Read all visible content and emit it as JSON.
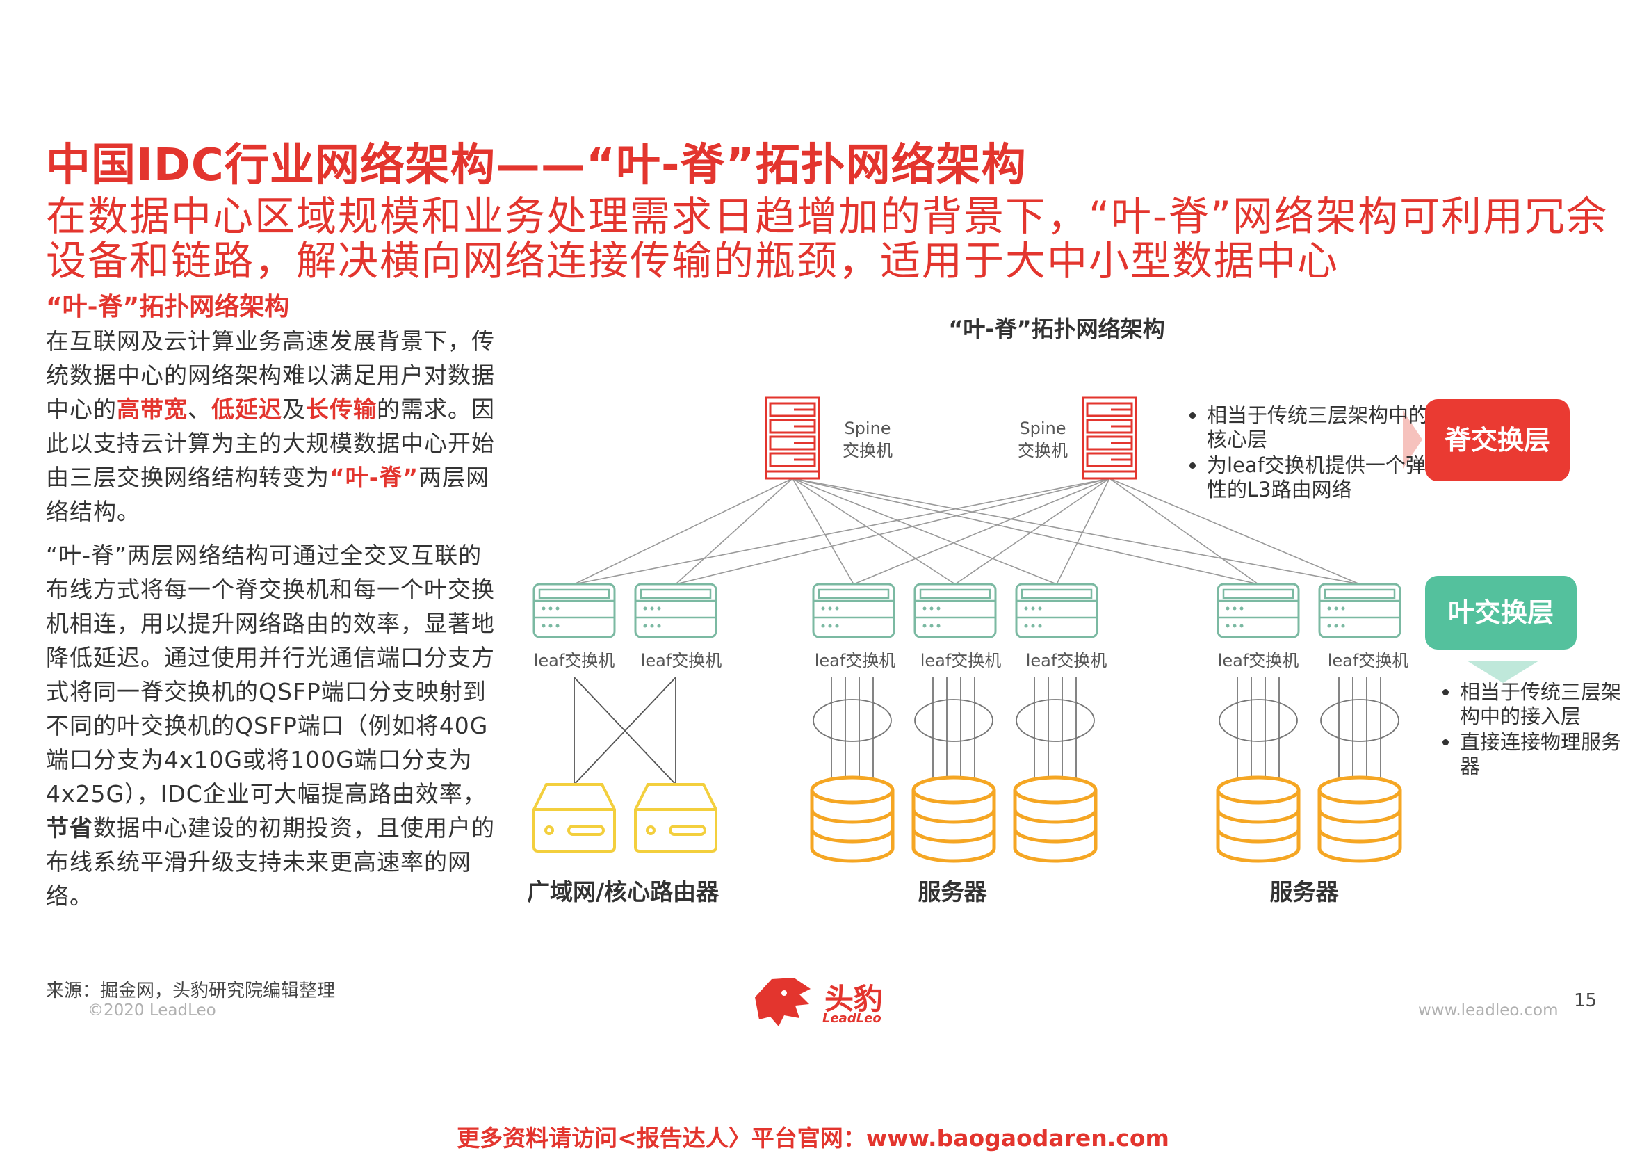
{
  "title": "中国IDC行业网络架构——“叶-脊”拓扑网络架构",
  "subtitle_lines": [
    "在数据中心区域规模和业务处理需求日趋增加的背景下，“叶-脊”网络架构可利用冗余",
    "设备和链路，解决横向网络连接传输的瓶颈，适用于大中小型数据中心"
  ],
  "left": {
    "heading": "“叶-脊”拓扑网络架构",
    "p1": {
      "t1": "在互联网及云计算业务高速发展背景下，传统数据中心的网络架构难以满足用户对数据中心的",
      "h1": "高带宽",
      "t2": "、",
      "h2": "低延迟",
      "t3": "及",
      "h3": "长传输",
      "t4": "的需求。因此以支持云计算为主的大规模数据中心开始由三层交换网络结构转变为",
      "h4": "“叶-脊”",
      "t5": "两层网络结构。"
    },
    "p2": {
      "t1": "“叶-脊”两层网络结构可通过全交叉互联的布线方式将每一个脊交换机和每一个叶交换机相连，用以提升网络路由的效率，显著地降低延迟。通过使用并行光通信端口分支方式将同一脊交换机的QSFP端口分支映射到不同的叶交换机的QSFP端口（例如将40G端口分支为4x10G或将100G端口分支为4x25G），IDC企业可大幅提高路由效率，",
      "h1": "节省",
      "t2": "数据中心建设的初期投资，且使用户的布线系统平滑升级支持未来更高速率的网络。"
    }
  },
  "diagram": {
    "title": "“叶-脊”拓扑网络架构",
    "spine_label_line1": "Spine",
    "spine_label_line2": "交换机",
    "leaf_label": "leaf交换机",
    "spine_badge": "脊交换层",
    "leaf_badge": "叶交换层",
    "spine_notes": [
      "相当于传统三层架构中的核心层",
      "为leaf交换机提供一个弹性的L3路由网络"
    ],
    "leaf_notes": [
      "相当于传统三层架构中的接入层",
      "直接连接物理服务器"
    ],
    "group_labels": [
      "广域网/核心路由器",
      "服务器",
      "服务器"
    ]
  },
  "footer": {
    "source": "来源：掘金网，头豹研究院编辑整理",
    "copyright": "©2020 LeadLeo",
    "logo_text": "头豹",
    "logo_sub": "LeadLeo",
    "website": "www.leadleo.com",
    "page_number": "15",
    "banner": "更多资料请访问<报告达人〉平台官网：www.baogaodaren.com"
  },
  "colors": {
    "accent_red": "#e3352e",
    "leaf_green": "#54c19d",
    "server_yellow": "#f5a623",
    "router_yellow": "#f3cf3d"
  }
}
